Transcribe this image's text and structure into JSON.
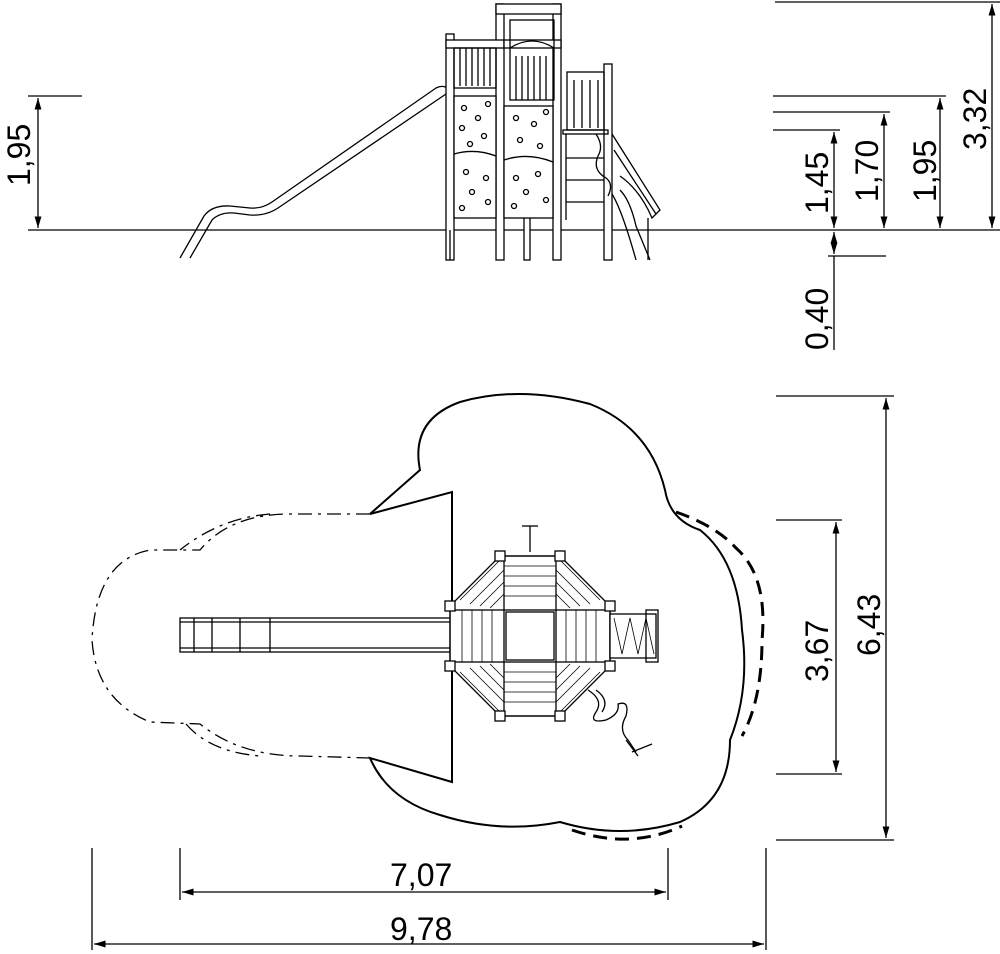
{
  "dimensions": {
    "side_left_height": "1,95",
    "side_platform_low": "1,45",
    "side_platform_mid": "1,70",
    "side_platform_high": "1,95",
    "side_total_height": "3,32",
    "side_foundation_depth": "0,40",
    "plan_depth_inner": "3,67",
    "plan_depth_outer": "6,43",
    "plan_width_inner": "7,07",
    "plan_width_outer": "9,78"
  }
}
